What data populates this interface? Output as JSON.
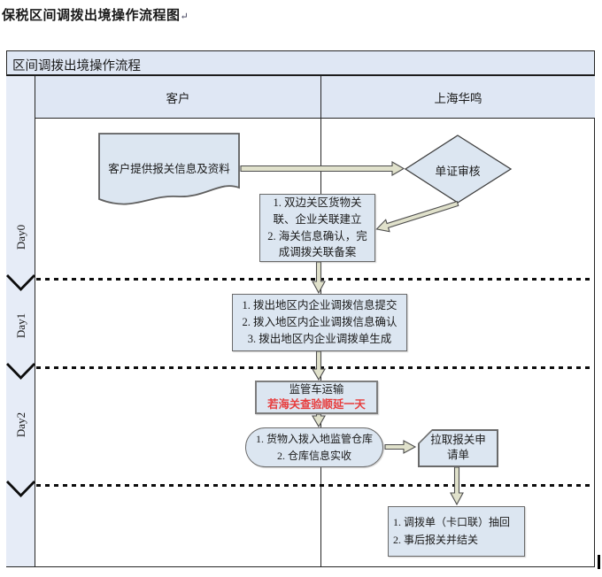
{
  "page": {
    "title": "保税区间调拨出境操作流程图",
    "paragraph_mark": "↵"
  },
  "table": {
    "title": "区间调拨出境操作流程",
    "columns": [
      "客户",
      "上海华鸣"
    ],
    "lanes": [
      "Day0",
      "Day1",
      "Day2"
    ]
  },
  "flow": {
    "customer_doc": "客户提供报关信息及资料",
    "review_diamond": "单证审核",
    "day0_box": [
      "1. 双边关区货物关",
      "联、企业关联建立",
      "2. 海关信息确认，完",
      "成调拨关联备案"
    ],
    "day1_box": [
      "1. 拨出地区内企业调拨信息提交",
      "2. 拨入地区内企业调拨信息确认",
      "3. 拨出地区内企业调拨单生成"
    ],
    "transport": {
      "title": "监管车运输",
      "warning": "若海关查验顺延一天"
    },
    "warehouse_stadium": [
      "1. 货物入拨入地监管仓库",
      "2. 仓库信息实收"
    ],
    "pull_declaration_card": [
      "拉取报关申",
      "请单"
    ],
    "final_box": [
      "1. 调拨单（卡口联）抽回",
      "2. 事后报关并结关"
    ]
  },
  "colors": {
    "cell_fill": "#dce6f1",
    "header_fill": "#dfe7f4",
    "arrow_fill": "#e0e1cb",
    "warning_red": "#e73c3c",
    "shape_border": "#6a6a6a"
  }
}
